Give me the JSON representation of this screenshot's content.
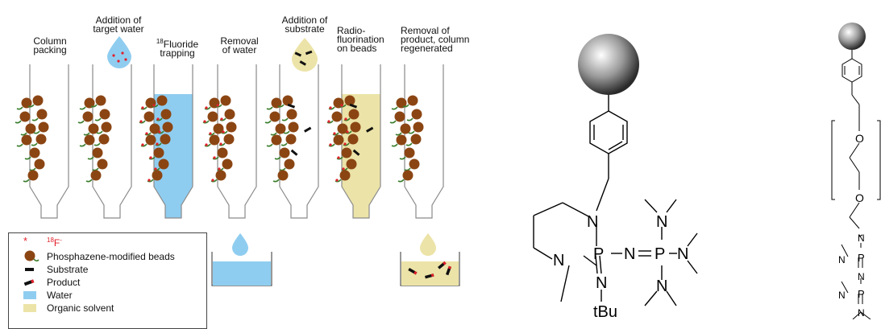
{
  "steps": [
    {
      "id": "column-packing",
      "label_lines": [
        "Column",
        "packing"
      ]
    },
    {
      "id": "addition-of-target-water",
      "label_lines": [
        "Addition of",
        "target water"
      ]
    },
    {
      "id": "fluoride-trapping",
      "label_sup": "18",
      "label_lines": [
        "Fluoride",
        "trapping"
      ]
    },
    {
      "id": "removal-of-water",
      "label_lines": [
        "Removal",
        "of water"
      ]
    },
    {
      "id": "addition-of-substrate",
      "label_lines": [
        "Addition of",
        "substrate"
      ]
    },
    {
      "id": "radiofluorination",
      "label_lines": [
        "Radio-",
        "fluorination",
        "on beads"
      ]
    },
    {
      "id": "removal-of-product",
      "label_lines": [
        "Removal of",
        "product, column",
        "regenerated"
      ]
    }
  ],
  "legend": {
    "fluoride": {
      "sup": "18",
      "text": "F",
      "charge": "-"
    },
    "beads": "Phosphazene-modified beads",
    "substrate": "Substrate",
    "product": "Product",
    "water": "Water",
    "organic_solvent": "Organic solvent"
  },
  "molecule1": {
    "atoms": {
      "n_ring_top": "N",
      "n_ring_bottom": "N",
      "p_center": "P",
      "n_imine": "N",
      "n_link": "N",
      "p_right": "P",
      "n_top": "N",
      "n_right": "N",
      "n_bottom": "N",
      "n_tbu": "N",
      "tbu": "tBu",
      "bond_n_eq": "=",
      "minus1": "–",
      "minus2": "–"
    }
  },
  "molecule2": {
    "atoms": {
      "o1": "O",
      "o2": "O",
      "n1": "N",
      "p1": "P",
      "n2": "N",
      "p2": "P",
      "n3": "N",
      "n4": "N",
      "n5": "N"
    }
  },
  "colors": {
    "bead": "#8b4513",
    "water": "#8fcdf0",
    "solvent": "#ece3a8",
    "fluoride": "#e2202b",
    "chain": "#3a7d2c"
  }
}
